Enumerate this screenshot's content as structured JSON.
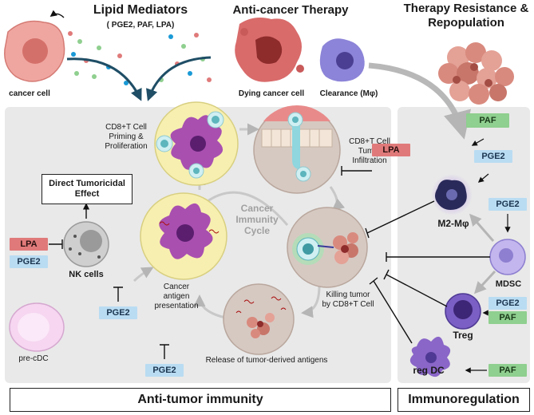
{
  "headers": {
    "lipid_title": "Lipid Mediators",
    "lipid_sub": "( PGE2, PAF, LPA)",
    "therapy_title": "Anti-cancer Therapy",
    "resistance_title_1": "Therapy Resistance &",
    "resistance_title_2": "Repopulation"
  },
  "top_labels": {
    "cancer_cell": "cancer cell",
    "dying_cell": "Dying cancer cell",
    "clearance": "Clearance (Mφ)"
  },
  "cycle": {
    "center_1": "Cancer",
    "center_2": "Immunity",
    "center_3": "Cycle",
    "priming_1": "CD8+T Cell",
    "priming_2": "Priming &",
    "priming_3": "Proliferation",
    "infiltration_1": "CD8+T Cell",
    "infiltration_2": "Tumor",
    "infiltration_3": "Infiltration",
    "presentation_1": "Cancer",
    "presentation_2": "antigen",
    "presentation_3": "presentation",
    "killing_1": "Killing tumor",
    "killing_2": "by CD8+T Cell",
    "release": "Release of tumor-derived antigens"
  },
  "left": {
    "tumoricidal_1": "Direct Tumoricidal",
    "tumoricidal_2": "Effect",
    "nk_cells": "NK cells",
    "pre_cdc": "pre-cDC"
  },
  "right": {
    "m2": "M2-Mφ",
    "mdsc": "MDSC",
    "treg": "Treg",
    "reg_dc": "reg DC"
  },
  "tags": {
    "lpa": "LPA",
    "pge2": "PGE2",
    "paf": "PAF"
  },
  "bottom": {
    "anti_tumor": "Anti-tumor immunity",
    "immunoregulation": "Immunoregulation"
  },
  "colors": {
    "pge2": "#b9dcf2",
    "lpa": "#e07a7a",
    "paf": "#8fcf8f",
    "panel": "#e9e9e9"
  }
}
